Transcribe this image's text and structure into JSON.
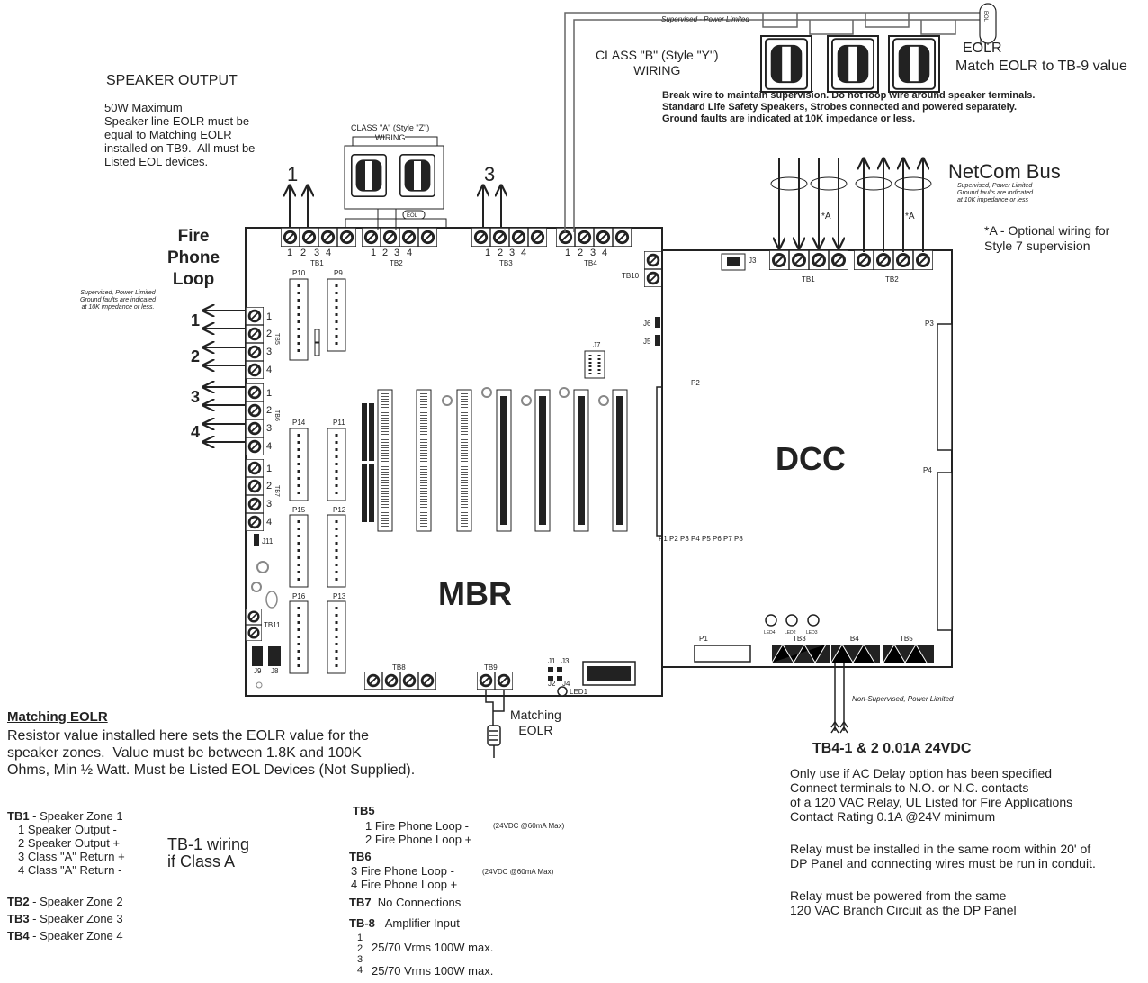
{
  "speaker_output": {
    "title": "SPEAKER OUTPUT",
    "desc": "50W Maximum\nSpeaker line EOLR must be\nequal to Matching EOLR\ninstalled on TB9.  All must be\nListed EOL devices."
  },
  "class_a": {
    "label": "CLASS \"A\" (Style \"Z\")\nWIRING",
    "eol_tag": "EOL"
  },
  "class_b": {
    "label": "CLASS \"B\" (Style \"Y\")\nWIRING",
    "supervised_note": "Supervised - Power Limited"
  },
  "fire_label": "FIRE",
  "eolr": {
    "label": "EOLR",
    "match_text": "Match EOLR to TB-9 value",
    "device": "EOL"
  },
  "speaker_notes": "Break wire to maintain supervision. Do not loop wire around speaker terminals.\nStandard Life Safety Speakers, Strobes connected and powered separately.\nGround faults are indicated at 10K impedance or less.",
  "netcom": {
    "title": "NetCom Bus",
    "note": "Supervised, Power Limited\nGround faults are indicated\nat 10K impedance or less",
    "optional_marker": "*A",
    "optional": "*A - Optional wiring for\nStyle 7 supervision"
  },
  "fire_phone": {
    "title": "Fire\nPhone\nLoop",
    "note": "Supervised, Power Limited\nGround faults are indicated\nat 10K impedance or less.",
    "loops": [
      "1",
      "2",
      "3",
      "4"
    ]
  },
  "zone_numbers": [
    "1",
    "3"
  ],
  "mbr": {
    "label": "MBR",
    "terminals": {
      "tb1": "TB1",
      "tb2": "TB2",
      "tb3": "TB3",
      "tb4": "TB4",
      "tb5": "TB5",
      "tb6": "TB6",
      "tb7": "TB7",
      "tb8": "TB8",
      "tb9": "TB9",
      "tb10": "TB10",
      "tb11": "TB11"
    },
    "pin_numbers": [
      "1",
      "2",
      "3",
      "4"
    ],
    "connectors": {
      "p9": "P9",
      "p10": "P10",
      "p11": "P11",
      "p12": "P12",
      "p13": "P13",
      "p14": "P14",
      "p15": "P15",
      "p16": "P16",
      "j1": "J1",
      "j2": "J2",
      "j3": "J3",
      "j4": "J4",
      "j5": "J5",
      "j6": "J6",
      "j7": "J7",
      "j8": "J8",
      "j9": "J9",
      "j11": "J11",
      "led1": "LED1"
    },
    "slot_labels": "P1 P2 P3 P4 P5 P6 P7 P8"
  },
  "dcc": {
    "label": "DCC",
    "labels": {
      "tb1": "TB1",
      "tb2": "TB2",
      "tb3": "TB3",
      "tb4": "TB4",
      "tb5": "TB5",
      "p1": "P1",
      "p2": "P2",
      "p3": "P3",
      "p4": "P4",
      "j3": "J3",
      "led4": "LED4",
      "led2": "LED2",
      "led3": "LED3"
    }
  },
  "matching_eolr": {
    "title": "Matching EOLR",
    "desc": "Resistor value installed here sets the EOLR value for the\nspeaker zones.  Value must be between 1.8K and 100K\nOhms, Min ½ Watt. Must be Listed EOL Devices (Not Supplied).",
    "resistor_label": "Matching\nEOLR"
  },
  "non_supervised_note": "Non-Supervised, Power Limited",
  "tb4_relay": {
    "title": "TB4-1 & 2 0.01A 24VDC",
    "desc1": "Only use if AC Delay option has been specified\nConnect terminals to N.O. or N.C. contacts\nof a 120 VAC Relay, UL Listed for Fire Applications\nContact Rating 0.1A @24V minimum",
    "desc2": "Relay must be installed in the same room within 20' of\nDP Panel and connecting wires must be run in conduit.",
    "desc3": "Relay must be powered from the same\n120 VAC Branch Circuit as the DP Panel"
  },
  "legend_left": {
    "tb1_title": "TB1",
    "tb1_title_rest": " - Speaker Zone 1",
    "tb1_items": "1 Speaker Output -\n2 Speaker Output +\n3 Class \"A\" Return +\n4 Class \"A\" Return -",
    "tb1_class_a": "TB-1 wiring\nif Class A",
    "tb2_key": "TB2",
    "tb2": " - Speaker Zone 2",
    "tb3_key": "TB3",
    "tb3": " - Speaker Zone 3",
    "tb4_key": "TB4",
    "tb4": " - Speaker Zone 4"
  },
  "legend_mid": {
    "tb5_title": "TB5",
    "tb5_items": "1 Fire Phone Loop -\n2 Fire Phone Loop +",
    "tb5_rating": "(24VDC @60mA Max)",
    "tb6_title": "TB6",
    "tb6_items": "3 Fire Phone Loop -\n4 Fire Phone Loop +",
    "tb6_rating": "(24VDC @60mA Max)",
    "tb7_key": "TB7",
    "tb7": "  No Connections",
    "tb8_key": "TB-8",
    "tb8": " - Amplifier Input",
    "tb8_pins": "1\n2\n3\n4",
    "tb8_line1": "25/70 Vrms 100W max.",
    "tb8_line2": "25/70 Vrms 100W max."
  }
}
